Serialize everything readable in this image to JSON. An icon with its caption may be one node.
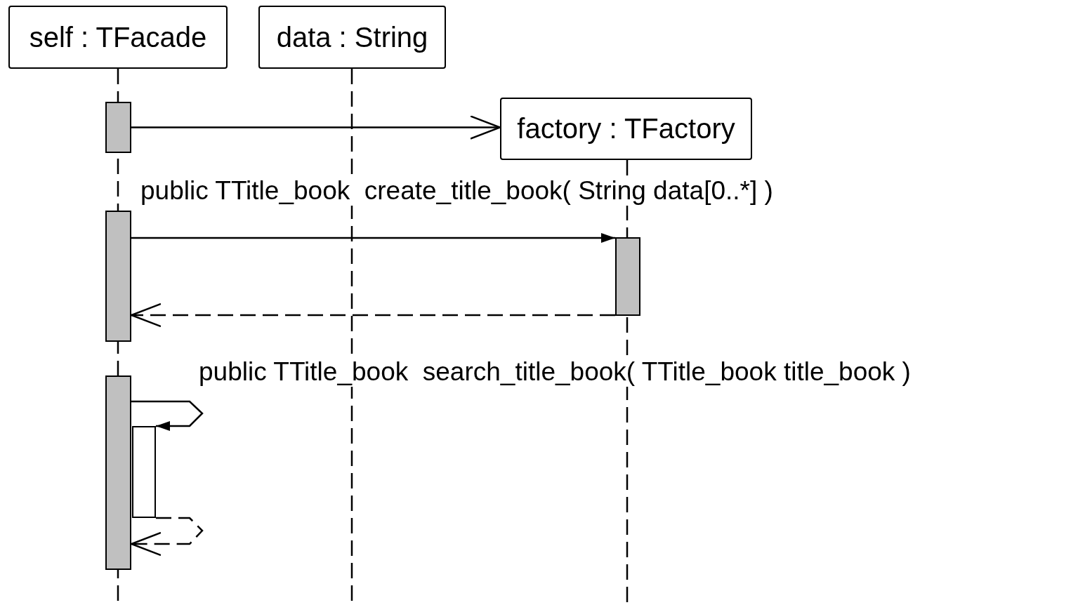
{
  "diagram": {
    "nodes": [
      {
        "text": [
          "self : TFacade"
        ]
      },
      {
        "text": [
          "data : String"
        ]
      },
      {
        "text": [
          "factory : TFactory"
        ]
      },
      {
        "text": [],
        "shape": "bar"
      },
      {
        "text": [],
        "shape": "bar"
      },
      {
        "text": [],
        "shape": "bar"
      },
      {
        "text": [],
        "shape": "bar"
      },
      {
        "text": [],
        "shape": "bar"
      }
    ],
    "edges": [
      {
        "from": 3,
        "to": 2,
        "arrow": "to"
      },
      {
        "from": 4,
        "to": 5,
        "arrow": "to",
        "label": "public TTitle_book  create_title_book( String data[0..*] )"
      },
      {
        "from": 5,
        "to": 4,
        "arrow": "to",
        "style": "dashed"
      },
      {
        "from": 6,
        "to": 7,
        "arrow": "to",
        "label": "public TTitle_book  search_title_book( TTitle_book title_book )"
      },
      {
        "from": 7,
        "to": 6,
        "arrow": "to",
        "style": "dashed"
      }
    ]
  }
}
